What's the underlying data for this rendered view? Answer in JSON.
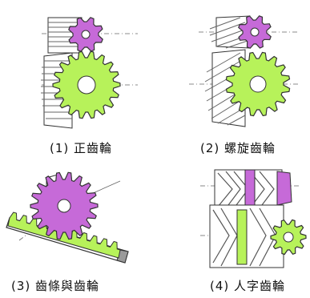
{
  "colors": {
    "gear_green": "#b7f25a",
    "gear_magenta": "#c66ad8",
    "gear_white": "#ffffff",
    "line": "#333333",
    "hatch": "#8a8a8a"
  },
  "panels": [
    {
      "caption": "(1) 正齒輪",
      "gear_type": "spur-gears"
    },
    {
      "caption": "(2) 螺旋齒輪",
      "gear_type": "helical-gears"
    },
    {
      "caption": "(3) 齒條與齒輪",
      "gear_type": "rack-and-pinion"
    },
    {
      "caption": "(4) 人字齒輪",
      "gear_type": "herringbone-gears"
    }
  ]
}
